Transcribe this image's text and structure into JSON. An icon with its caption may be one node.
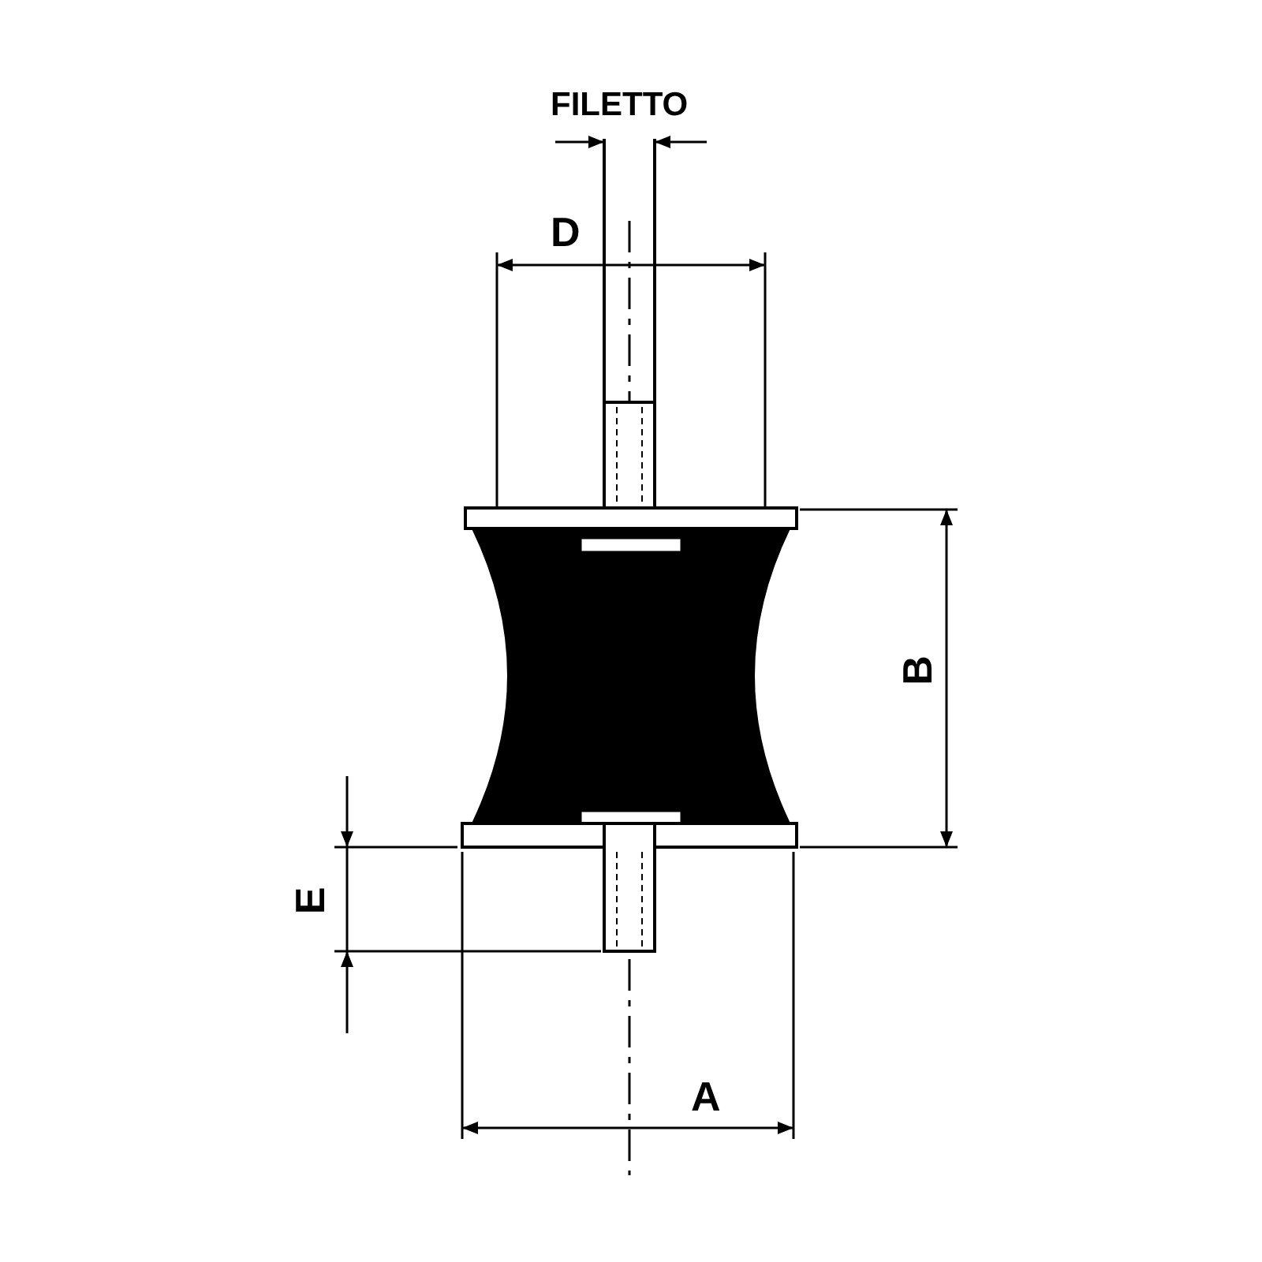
{
  "diagram": {
    "labels": [
      "FILETTO",
      "D",
      "B",
      "E",
      "A"
    ]
  }
}
